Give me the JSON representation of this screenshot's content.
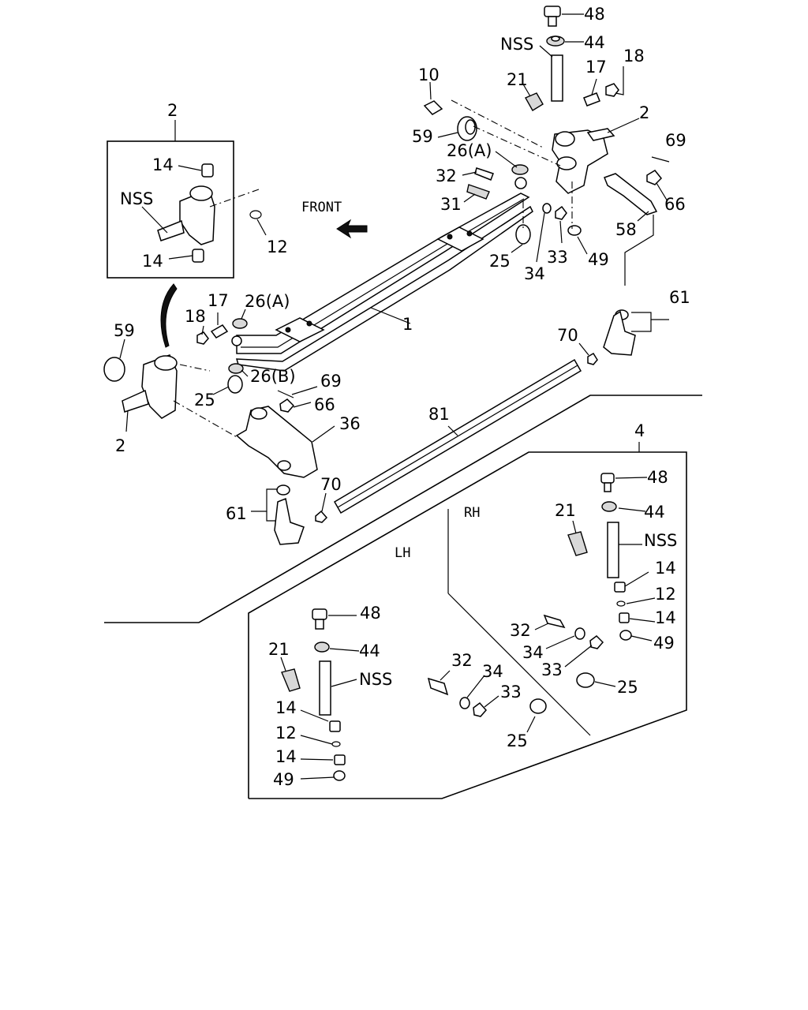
{
  "labels": {
    "front": "FRONT",
    "rh": "RH",
    "lh": "LH",
    "n1": "1",
    "n2_top": "2",
    "n2_right": "2",
    "n2_left": "2",
    "n4": "4",
    "n10": "10",
    "n12_box": "12",
    "n12_rh": "12",
    "n12_lh": "12",
    "n14_box_top": "14",
    "n14_box_bot": "14",
    "n14_rh_a": "14",
    "n14_rh_b": "14",
    "n14_lh_a": "14",
    "n14_lh_b": "14",
    "n17_top": "17",
    "n17_left": "17",
    "n18_top": "18",
    "n18_left": "18",
    "n21_top": "21",
    "n21_rh": "21",
    "n21_lh": "21",
    "n25_top": "25",
    "n25_left": "25",
    "n25_rh": "25",
    "n25_lh": "25",
    "n26a_top": "26(A)",
    "n26a_left": "26(A)",
    "n26b_left": "26(B)",
    "n31": "31",
    "n32_top": "32",
    "n32_rh": "32",
    "n32_lh": "32",
    "n33_top": "33",
    "n33_rh": "33",
    "n33_lh": "33",
    "n34_top": "34",
    "n34_rh": "34",
    "n34_lh": "34",
    "n36": "36",
    "n44_top": "44",
    "n44_rh": "44",
    "n44_lh": "44",
    "n48_top": "48",
    "n48_rh": "48",
    "n48_lh": "48",
    "n49_top": "49",
    "n49_rh": "49",
    "n49_lh": "49",
    "n58": "58",
    "n59_top": "59",
    "n59_left": "59",
    "n61_right": "61",
    "n61_left": "61",
    "n66_right": "66",
    "n66_left": "66",
    "n69_right": "69",
    "n69_left": "69",
    "n70_right": "70",
    "n70_left": "70",
    "n81": "81",
    "nss_top": "NSS",
    "nss_box": "NSS",
    "nss_rh": "NSS",
    "nss_lh": "NSS"
  }
}
